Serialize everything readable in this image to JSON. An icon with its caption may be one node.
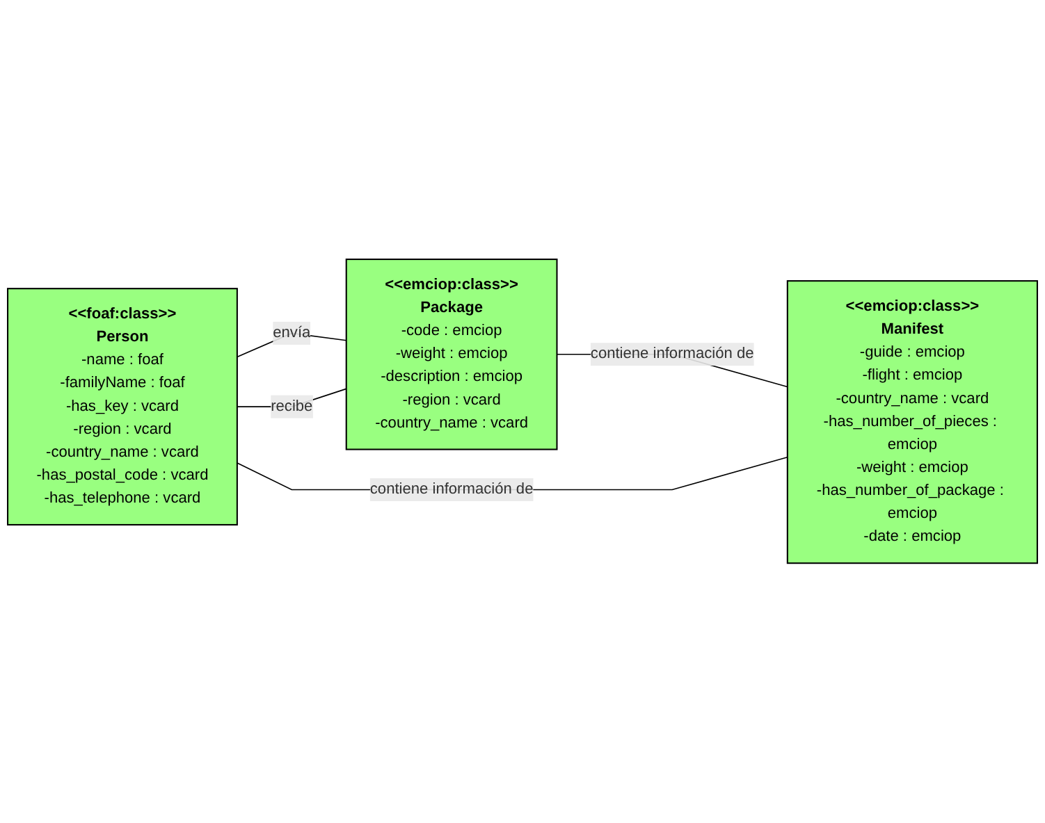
{
  "diagram": {
    "nodes": [
      {
        "text": [
          "<<foaf:class>>",
          "Person",
          "-name : foaf",
          "-familyName : foaf",
          "-has_key : vcard",
          "-region : vcard",
          "-country_name : vcard",
          "-has_postal_code : vcard",
          "-has_telephone : vcard"
        ]
      },
      {
        "text": [
          "<<emciop:class>>",
          "Package",
          "-code : emciop",
          "-weight : emciop",
          "-description : emciop",
          "-region : vcard",
          "-country_name : vcard"
        ]
      },
      {
        "text": [
          "<<emciop:class>>",
          "Manifest",
          "-guide : emciop",
          "-flight : emciop",
          "-country_name : vcard",
          "-has_number_of_pieces : emciop",
          "-weight : emciop",
          "-has_number_of_package : emciop",
          "-date : emciop"
        ]
      }
    ],
    "edges": [
      {
        "from": 0,
        "to": 1,
        "arrow": "none",
        "label": "envía"
      },
      {
        "from": 0,
        "to": 1,
        "arrow": "none",
        "label": "recibe"
      },
      {
        "from": 1,
        "to": 2,
        "arrow": "none",
        "label": "contiene información de"
      },
      {
        "from": 0,
        "to": 2,
        "arrow": "none",
        "label": "contiene información de"
      }
    ]
  }
}
